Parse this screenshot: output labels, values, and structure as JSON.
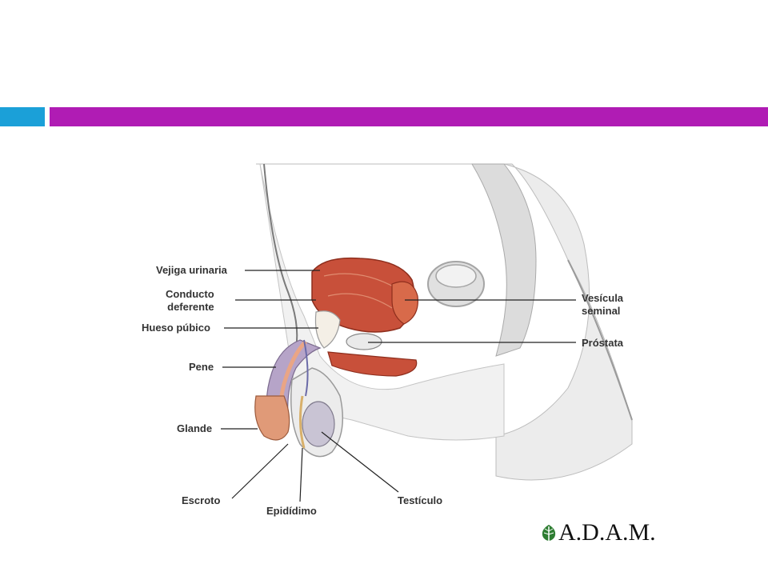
{
  "header": {
    "accent_colors": {
      "block": "#1ba0d8",
      "bar": "#b01cb4"
    }
  },
  "diagram": {
    "labels": {
      "vejiga": "Vejiga urinaria",
      "conducto_line1": "Conducto",
      "conducto_line2": "deferente",
      "hueso": "Hueso púbico",
      "pene": "Pene",
      "glande": "Glande",
      "escroto": "Escroto",
      "epididimo": "Epidídimo",
      "testiculo": "Testículo",
      "vesicula_line1": "Vesícula",
      "vesicula_line2": "seminal",
      "prostata": "Próstata"
    },
    "colors": {
      "organ": "#c8503a",
      "organ_light": "#e9a585",
      "testis": "#c9c4d4",
      "tissue": "#e2e2e2",
      "outline": "#9a9a9a"
    }
  },
  "logo": {
    "text": "A.D.A.M.",
    "icon": "leaf-icon"
  }
}
